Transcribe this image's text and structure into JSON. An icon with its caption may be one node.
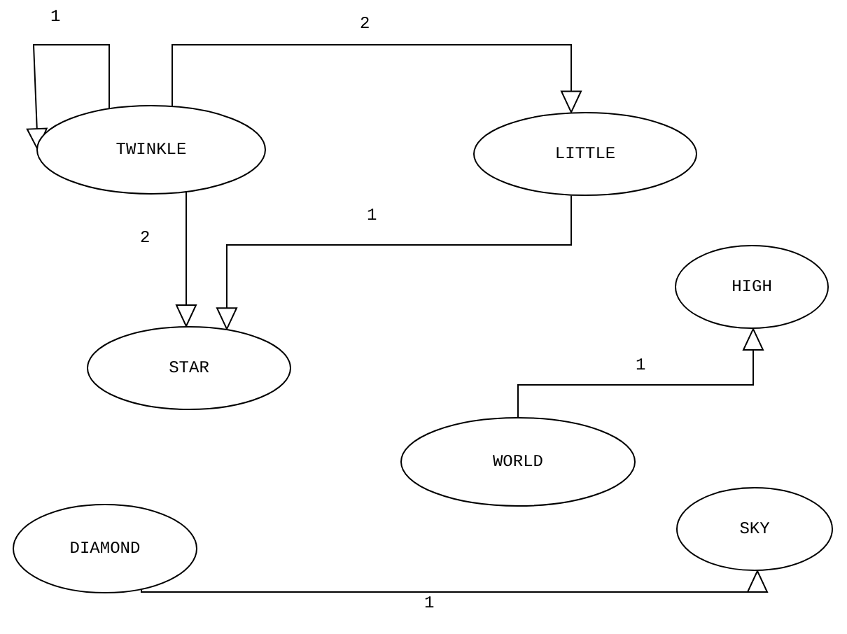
{
  "diagram": {
    "nodes": [
      {
        "text": [
          "TWINKLE"
        ]
      },
      {
        "text": [
          "LITTLE"
        ]
      },
      {
        "text": [
          "STAR"
        ]
      },
      {
        "text": [
          "HIGH"
        ]
      },
      {
        "text": [
          "WORLD"
        ]
      },
      {
        "text": [
          "DIAMOND"
        ]
      },
      {
        "text": [
          "SKY"
        ]
      }
    ],
    "edges": [
      {
        "from": 0,
        "to": 0,
        "arrow": "to",
        "label": "1"
      },
      {
        "from": 0,
        "to": 1,
        "arrow": "to",
        "label": "2"
      },
      {
        "from": 0,
        "to": 2,
        "arrow": "to",
        "label": "2"
      },
      {
        "from": 1,
        "to": 2,
        "arrow": "to",
        "label": "1"
      },
      {
        "from": 4,
        "to": 3,
        "arrow": "to",
        "label": "1"
      },
      {
        "from": 5,
        "to": 6,
        "arrow": "to",
        "label": "1"
      }
    ]
  }
}
